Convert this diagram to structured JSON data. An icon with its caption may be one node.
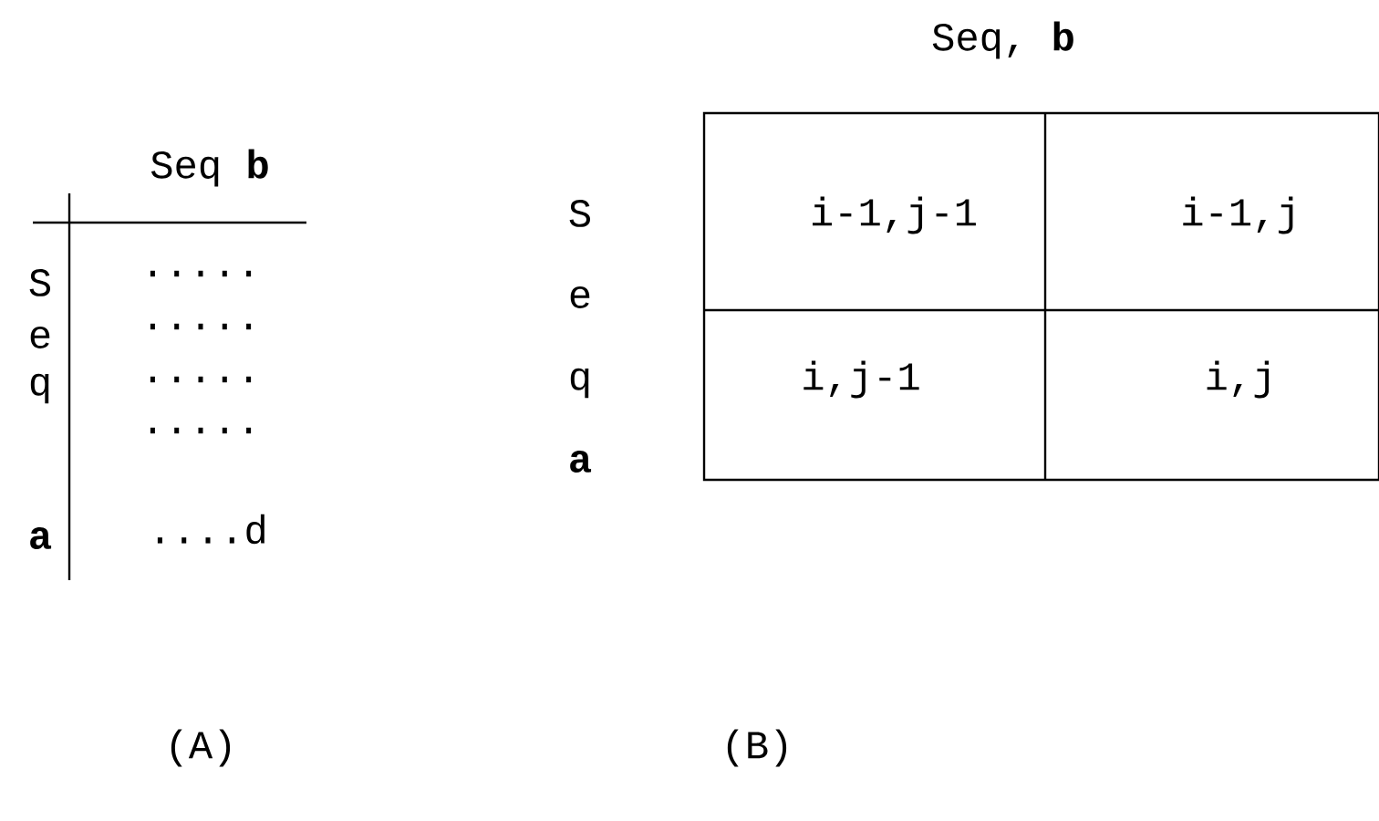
{
  "diagram": {
    "labels": [
      "Seq **b**",
      "S",
      ".....",
      "e",
      ".....",
      "q",
      ".....",
      ".....",
      "a",
      "....d",
      "Seq, **b**",
      "S",
      "i-1,j-1",
      "i-1,j",
      "e",
      "q",
      "i,j-1",
      "i,j",
      "a",
      "(A)",
      "(B)"
    ]
  }
}
